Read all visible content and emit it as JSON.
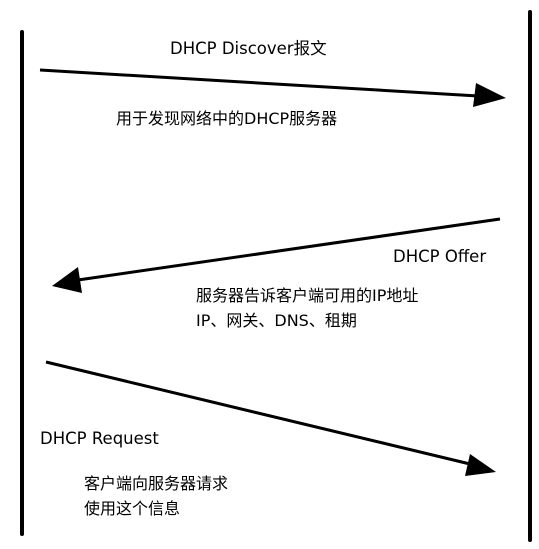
{
  "colors": {
    "line": "#000000",
    "text": "#000000",
    "background": "#ffffff"
  },
  "messages": {
    "discover": {
      "title": "DHCP Discover报文",
      "description": [
        "用于发现网络中的DHCP服务器"
      ]
    },
    "offer": {
      "title": "DHCP Offer",
      "description": [
        "服务器告诉客户端可用的IP地址",
        "IP、网关、DNS、租期"
      ]
    },
    "request": {
      "title": "DHCP Request",
      "description": [
        "客户端向服务器请求",
        "使用这个信息"
      ]
    }
  }
}
